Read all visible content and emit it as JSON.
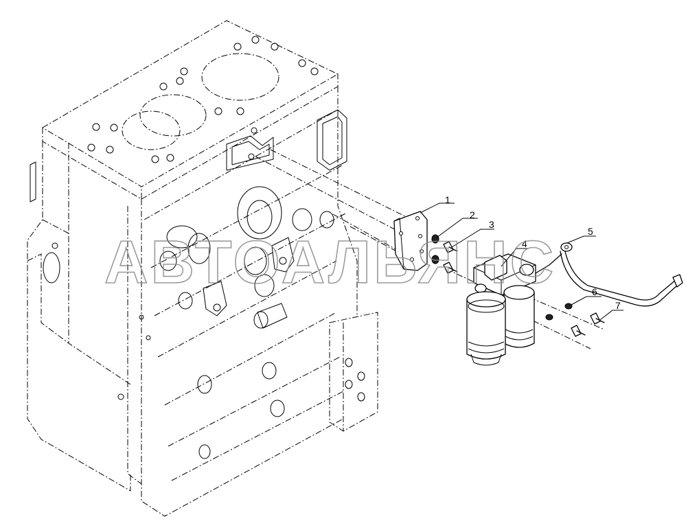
{
  "diagram": {
    "callouts": [
      {
        "id": 1,
        "label": "1"
      },
      {
        "id": 2,
        "label": "2"
      },
      {
        "id": 3,
        "label": "3"
      },
      {
        "id": 4,
        "label": "4"
      },
      {
        "id": 5,
        "label": "5"
      },
      {
        "id": 6,
        "label": "6"
      },
      {
        "id": 7,
        "label": "7"
      }
    ],
    "watermark": "АВТОАЛЬЯНС"
  }
}
